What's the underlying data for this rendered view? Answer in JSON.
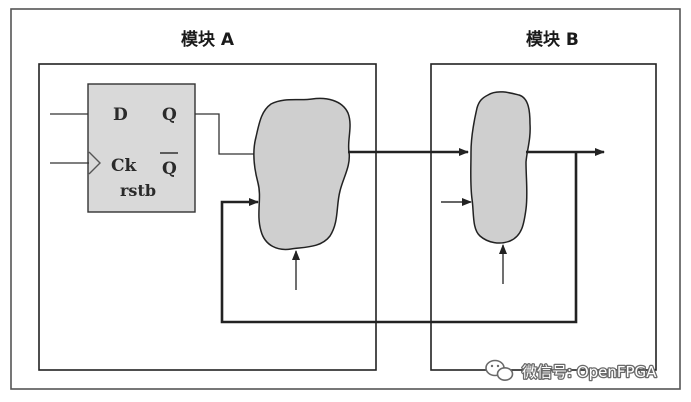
{
  "modules": {
    "a": {
      "title": "模块 A"
    },
    "b": {
      "title": "模块 B"
    }
  },
  "flipflop": {
    "pin_d": "D",
    "pin_q": "Q",
    "pin_ck": "Ck",
    "pin_qbar": "Q",
    "pin_rst": "rstb"
  },
  "watermark": {
    "text": "微信号: OpenFPGA",
    "icon": "wechat-icon"
  },
  "colors": {
    "line": "#222222",
    "flipflop_fill": "#d9d9d9",
    "logic_cloud_fill": "#cfcfcf",
    "background": "#ffffff"
  }
}
